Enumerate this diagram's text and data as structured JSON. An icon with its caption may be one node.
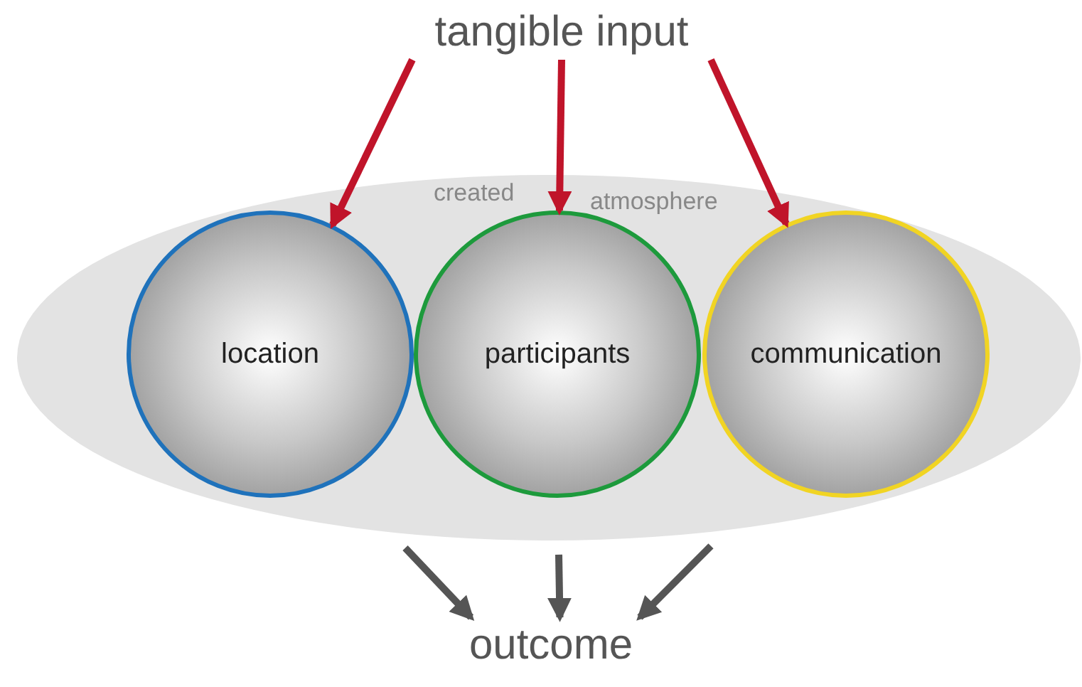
{
  "diagram": {
    "nodes": [
      {
        "text": [
          "tangible input"
        ]
      },
      {
        "text": [
          "created",
          "atmosphere"
        ]
      },
      {
        "text": [
          "location"
        ],
        "in": 1
      },
      {
        "text": [
          "participants"
        ],
        "in": 1
      },
      {
        "text": [
          "communication"
        ],
        "in": 1
      },
      {
        "text": [
          "outcome"
        ]
      }
    ],
    "edges": [
      {
        "from": 0,
        "to": 2,
        "arrow": "to",
        "color": "#c0142a"
      },
      {
        "from": 0,
        "to": 3,
        "arrow": "to",
        "color": "#c0142a"
      },
      {
        "from": 0,
        "to": 4,
        "arrow": "to",
        "color": "#c0142a"
      },
      {
        "from": 1,
        "to": 5,
        "arrow": "to",
        "color": "#555555"
      },
      {
        "from": 1,
        "to": 5,
        "arrow": "to",
        "color": "#555555"
      },
      {
        "from": 1,
        "to": 5,
        "arrow": "to",
        "color": "#555555"
      }
    ]
  }
}
